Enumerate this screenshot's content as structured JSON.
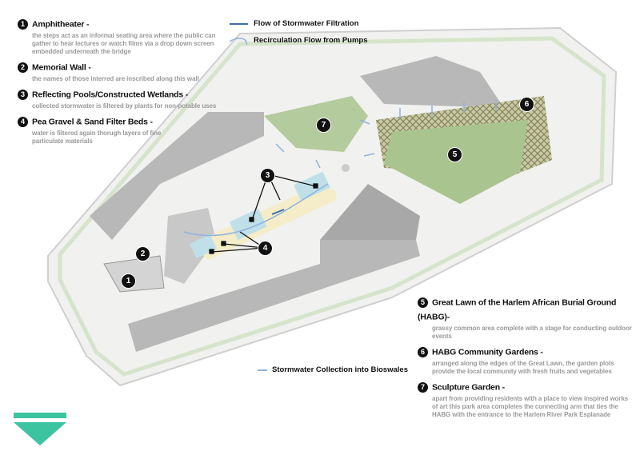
{
  "legend_left": [
    {
      "num": "1",
      "title": "Amphitheater -",
      "desc": "the steps act as an informal seating area where the public can gather to hear lectures or watch films via a drop down screen embedded underneath the bridge"
    },
    {
      "num": "2",
      "title": "Memorial Wall -",
      "desc": "the names of those interred are inscribed along this wall"
    },
    {
      "num": "3",
      "title": "Reflecting Pools/Constructed Wetlands -",
      "desc": "collected stormwater is filtered by plants for non-potable uses"
    },
    {
      "num": "4",
      "title": "Pea Gravel & Sand Filter Beds -",
      "desc": "water is filtered again thorugh layers of fine particulate materials"
    }
  ],
  "legend_right": [
    {
      "num": "5",
      "title": "Great Lawn of the Harlem African Burial Ground (HABG)-",
      "desc": "grassy common area complete with a stage for conducting outdoor events"
    },
    {
      "num": "6",
      "title": "HABG Community Gardens -",
      "desc": "arranged along the edges of the Great Lawn, the garden plots provide the local community with fresh fruits and vegetables"
    },
    {
      "num": "7",
      "title": "Sculpture Garden -",
      "desc": "apart from providing residents with a place to view inspired works of art this park area completes the connecting arm that ties the HABG with the entrance to the Harlem River Park Esplanade"
    }
  ],
  "keys": {
    "flow": "Flow of Stormwater Filtration",
    "recirc": "Recirculation Flow from Pumps",
    "collection": "Stormwater Collection into Bioswales"
  },
  "markers": [
    "1",
    "2",
    "3",
    "4",
    "5",
    "6",
    "7"
  ],
  "colors": {
    "accent": "#3cc3a0",
    "arrow": "#3a6ea8",
    "bioswale": "#8fb3dc",
    "lawn": "#a9c48e",
    "building": "#b8b8b8"
  }
}
